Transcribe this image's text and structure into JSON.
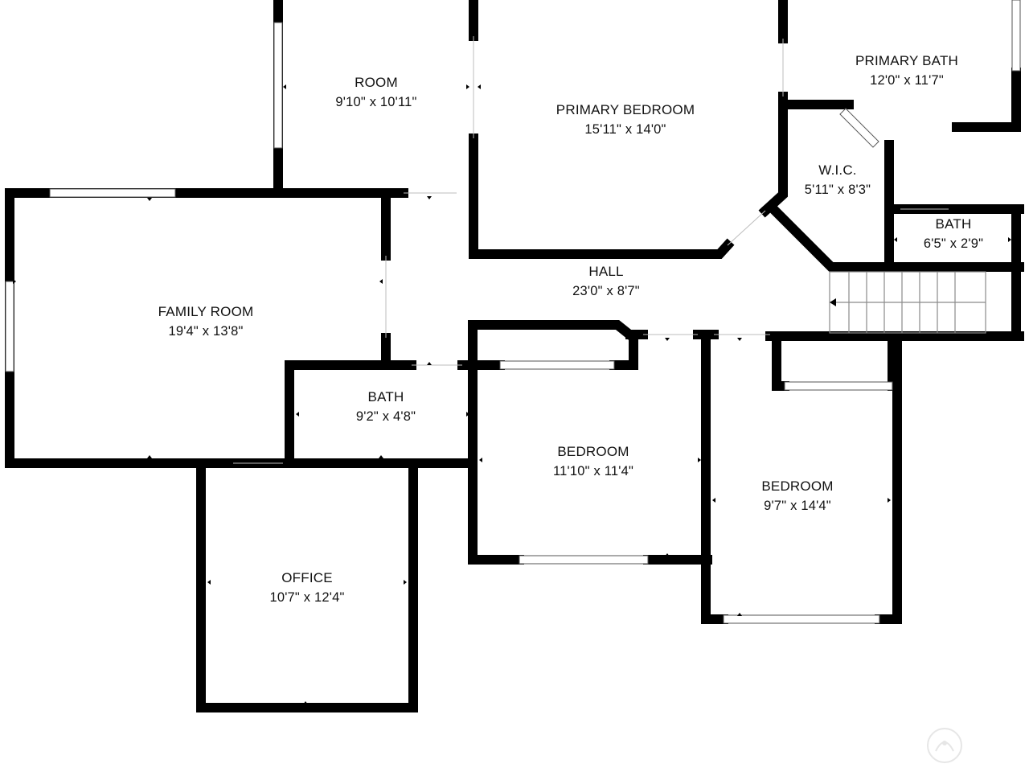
{
  "colors": {
    "wall": "#000000",
    "background": "#ffffff",
    "text": "#111111"
  },
  "rooms": [
    {
      "id": "room",
      "name": "ROOM",
      "dims": "9'10\" x 10'11\""
    },
    {
      "id": "primary_bedroom",
      "name": "PRIMARY BEDROOM",
      "dims": "15'11\" x 14'0\""
    },
    {
      "id": "primary_bath",
      "name": "PRIMARY BATH",
      "dims": "12'0\" x 11'7\""
    },
    {
      "id": "wic",
      "name": "W.I.C.",
      "dims": "5'11\" x 8'3\""
    },
    {
      "id": "bath_small",
      "name": "BATH",
      "dims": "6'5\" x 2'9\""
    },
    {
      "id": "hall",
      "name": "HALL",
      "dims": "23'0\" x 8'7\""
    },
    {
      "id": "family_room",
      "name": "FAMILY ROOM",
      "dims": "19'4\" x 13'8\""
    },
    {
      "id": "bath",
      "name": "BATH",
      "dims": "9'2\" x 4'8\""
    },
    {
      "id": "bedroom_1",
      "name": "BEDROOM",
      "dims": "11'10\" x 11'4\""
    },
    {
      "id": "bedroom_2",
      "name": "BEDROOM",
      "dims": "9'7\" x 14'4\""
    },
    {
      "id": "office",
      "name": "OFFICE",
      "dims": "10'7\" x 12'4\""
    }
  ],
  "watermark": {
    "icon": "compass-watermark-icon"
  }
}
